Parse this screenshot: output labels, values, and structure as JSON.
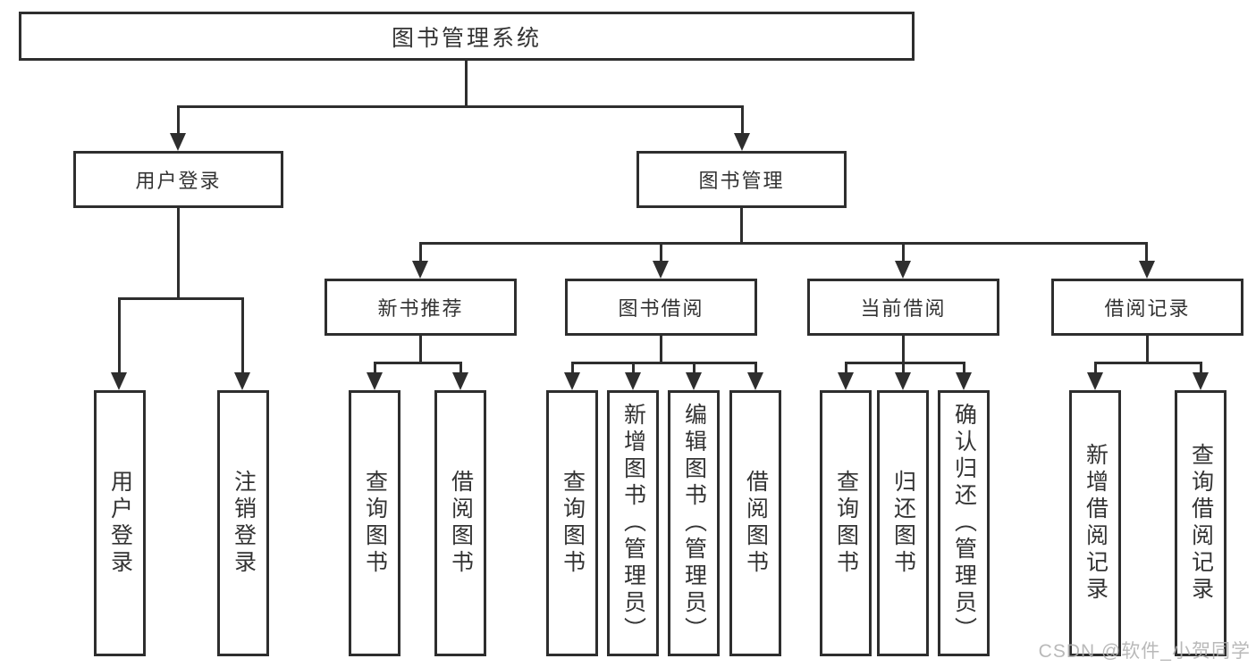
{
  "diagram": {
    "type": "hierarchy-tree",
    "tree": {
      "label": "图书管理系统",
      "children": [
        {
          "label": "用户登录",
          "children": [
            {
              "label": "用户登录"
            },
            {
              "label": "注销登录"
            }
          ]
        },
        {
          "label": "图书管理",
          "children": [
            {
              "label": "新书推荐",
              "children": [
                {
                  "label": "查询图书"
                },
                {
                  "label": "借阅图书"
                }
              ]
            },
            {
              "label": "图书借阅",
              "children": [
                {
                  "label": "查询图书"
                },
                {
                  "label": "新增图书（管理员）"
                },
                {
                  "label": "编辑图书（管理员）"
                },
                {
                  "label": "借阅图书"
                }
              ]
            },
            {
              "label": "当前借阅",
              "children": [
                {
                  "label": "查询图书"
                },
                {
                  "label": "归还图书"
                },
                {
                  "label": "确认归还（管理员）"
                }
              ]
            },
            {
              "label": "借阅记录",
              "children": [
                {
                  "label": "新增借阅记录"
                },
                {
                  "label": "查询借阅记录"
                }
              ]
            }
          ]
        }
      ]
    }
  },
  "watermark": {
    "text": "CSDN @软件_小贺同学"
  },
  "colors": {
    "line": "#2e2e2e",
    "box_border": "#2e2e2e",
    "text": "#333333",
    "watermark": "#b0b0b0",
    "background": "#ffffff"
  }
}
